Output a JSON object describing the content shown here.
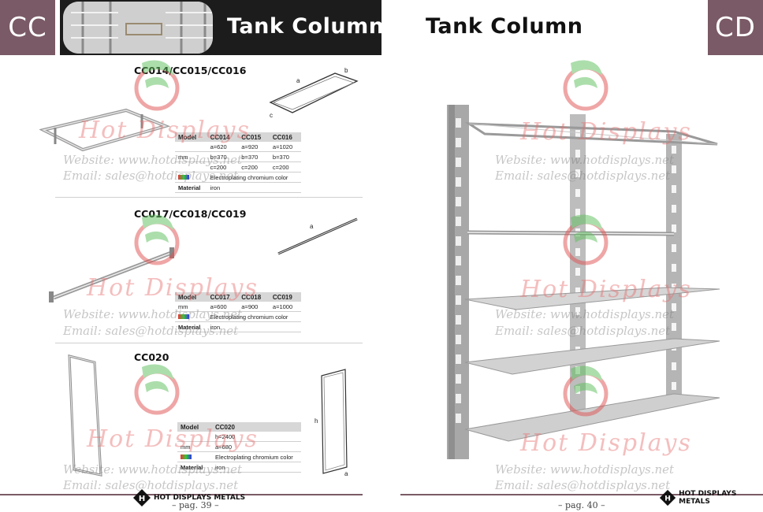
{
  "left_page": {
    "tab": "CC",
    "title": "Tank Column",
    "page_number": "– pag. 39 –",
    "sections": [
      {
        "code": "CC014/CC015/CC016",
        "table": {
          "headers": [
            "Model",
            "CC014",
            "CC015",
            "CC016"
          ],
          "rows": [
            [
              "",
              "a=620",
              "a=920",
              "a=1020"
            ],
            [
              "mm",
              "b=370",
              "b=370",
              "b=370"
            ],
            [
              "",
              "c=200",
              "c=200",
              "c=200"
            ]
          ],
          "finish": "Electroplating chromium color",
          "material_label": "Material",
          "material": "iron"
        },
        "dim_labels": [
          "a",
          "b",
          "c"
        ]
      },
      {
        "code": "CC017/CC018/CC019",
        "table": {
          "headers": [
            "Model",
            "CC017",
            "CC018",
            "CC019"
          ],
          "rows": [
            [
              "mm",
              "a=600",
              "a=900",
              "a=1000"
            ]
          ],
          "finish": "Electroplating chromium color",
          "material_label": "Material",
          "material": "iron"
        },
        "dim_labels": [
          "a"
        ]
      },
      {
        "code": "CC020",
        "table": {
          "headers": [
            "Model",
            "CC020"
          ],
          "rows": [
            [
              "",
              "h=2400"
            ],
            [
              "mm",
              "a=680"
            ]
          ],
          "finish": "Electroplating chromium color",
          "material_label": "Material",
          "material": "iron"
        },
        "dim_labels": [
          "h",
          "a"
        ]
      }
    ]
  },
  "right_page": {
    "tab": "CD",
    "title": "Tank Column",
    "page_number": "– pag. 40 –"
  },
  "brand": {
    "name": "HOT DISPLAYS METALS"
  },
  "watermark": {
    "brand_text": "Hot Displays",
    "website": "Website: www.hotdisplays.net",
    "email": "Email: sales@hotdisplays.net"
  },
  "colors": {
    "tab": "#7a5a66",
    "header_band": "#1c1c1c",
    "logo_green": "#5cbf5c",
    "logo_red": "#e05050"
  }
}
